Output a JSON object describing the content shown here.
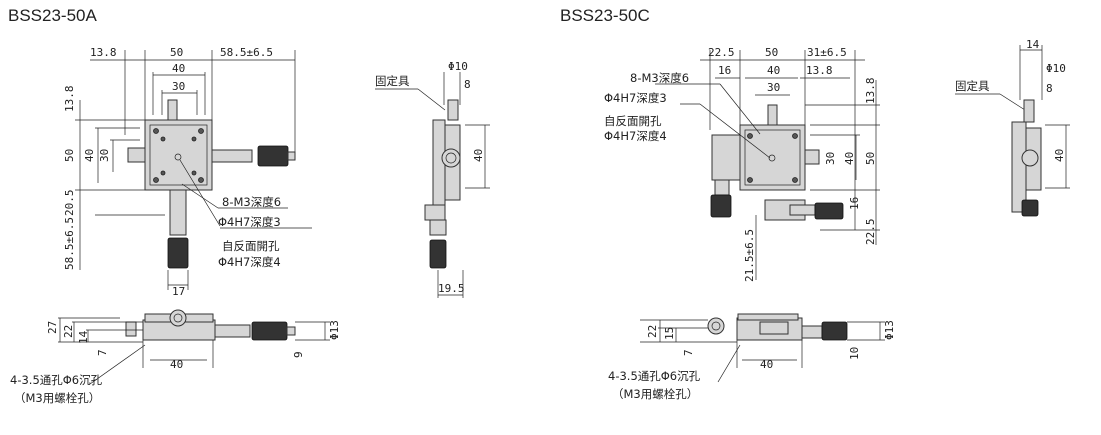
{
  "titles": {
    "left": "BSS23-50A",
    "right": "BSS23-50C"
  },
  "left": {
    "top_dims": [
      "13.8",
      "50",
      "58.5±6.5",
      "40",
      "30"
    ],
    "side_dims": [
      "13.8",
      "50",
      "40",
      "30",
      "20.5",
      "58.5±6.5"
    ],
    "bottom_dim": "17",
    "notes": [
      "8-M3深度6",
      "Φ4H7深度3",
      "自反面開孔",
      "Φ4H7深度4"
    ],
    "side_view": {
      "fixture": "固定具",
      "phi": "Φ10",
      "d8": "8",
      "d40": "40",
      "d19": "19.5"
    },
    "front": {
      "d27": "27",
      "d22": "22",
      "d14": "14",
      "d7": "7",
      "d40": "40",
      "d9": "9",
      "phi13": "Φ13"
    },
    "hole_note": [
      "4-3.5通孔Φ6沉孔",
      "（M3用螺栓孔）"
    ]
  },
  "right": {
    "top_dims": [
      "22.5",
      "50",
      "31±6.5",
      "16",
      "40",
      "13.8",
      "30"
    ],
    "notes": [
      "8-M3深度6",
      "Φ4H7深度3",
      "自反面開孔",
      "Φ4H7深度4"
    ],
    "side_dims": [
      "13.8",
      "30",
      "40",
      "50",
      "16",
      "22.5",
      "21.5±6.5"
    ],
    "side_view": {
      "d14": "14",
      "phi": "Φ10",
      "fixture": "固定具",
      "d8": "8",
      "d40": "40"
    },
    "front": {
      "d22": "22",
      "d15": "15",
      "d7": "7",
      "d40": "40",
      "d10": "10",
      "phi13": "Φ13"
    },
    "hole_note": [
      "4-3.5通孔Φ6沉孔",
      "（M3用螺栓孔）"
    ]
  }
}
